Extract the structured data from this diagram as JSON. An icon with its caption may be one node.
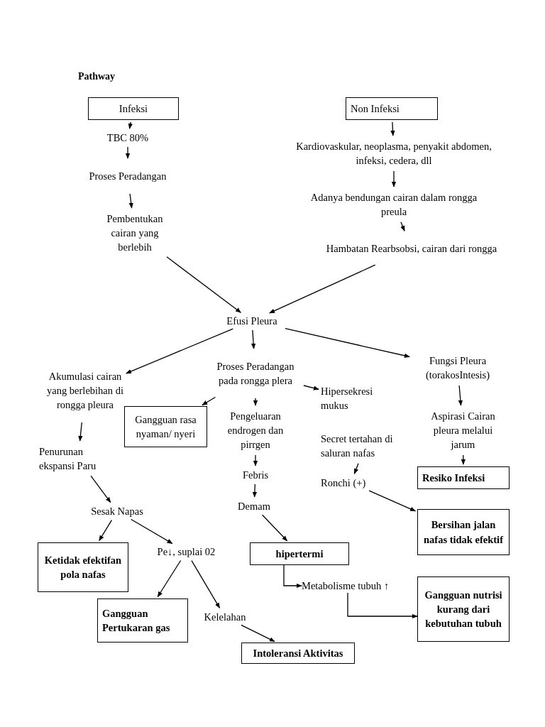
{
  "diagram": {
    "title": "Pathway",
    "nodes": [
      {
        "text": [
          "Infeksi"
        ]
      },
      {
        "text": [
          "TBC 80%"
        ]
      },
      {
        "text": [
          "Proses Peradangan"
        ]
      },
      {
        "text": [
          "Pembentukan cairan yang berlebih"
        ]
      },
      {
        "text": [
          "Non Infeksi"
        ]
      },
      {
        "text": [
          "Kardiovaskular, neoplasma, penyakit abdomen, infeksi, cedera, dll"
        ]
      },
      {
        "text": [
          "Adanya bendungan cairan dalam rongga preula"
        ]
      },
      {
        "text": [
          "Hambatan Rearbsobsi, cairan dari rongga"
        ]
      },
      {
        "text": [
          "Efusi Pleura"
        ]
      },
      {
        "text": [
          "Akumulasi cairan yang berlebihan di rongga pleura"
        ]
      },
      {
        "text": [
          "Proses Peradangan pada rongga plera"
        ]
      },
      {
        "text": [
          "Fungsi Pleura (torakosIntesis)"
        ]
      },
      {
        "text": [
          "Gangguan rasa nyaman/ nyeri"
        ]
      },
      {
        "text": [
          "Hipersekresi mukus"
        ]
      },
      {
        "text": [
          "Pengeluaran endrogen dan pirrgen"
        ]
      },
      {
        "text": [
          "Aspirasi Cairan pleura melalui jarum"
        ]
      },
      {
        "text": [
          "Penurunan ekspansi Paru"
        ]
      },
      {
        "text": [
          "Secret tertahan di saluran nafas"
        ]
      },
      {
        "text": [
          "Febris"
        ]
      },
      {
        "text": [
          "Resiko Infeksi"
        ]
      },
      {
        "text": [
          "Ronchi (+)"
        ]
      },
      {
        "text": [
          "Sesak Napas"
        ]
      },
      {
        "text": [
          "Demam"
        ]
      },
      {
        "text": [
          "Bersihan jalan nafas tidak efektif"
        ]
      },
      {
        "text": [
          "Ketidak efektifan pola nafas"
        ]
      },
      {
        "text": [
          "Pe↓, suplai 02"
        ]
      },
      {
        "text": [
          "hipertermi"
        ]
      },
      {
        "text": [
          "Metabolisme tubuh ↑"
        ]
      },
      {
        "text": [
          "Gangguan Pertukaran gas"
        ]
      },
      {
        "text": [
          "Kelelahan"
        ]
      },
      {
        "text": [
          "Gangguan nutrisi kurang dari kebutuhan tubuh"
        ]
      },
      {
        "text": [
          "Intoleransi Aktivitas"
        ]
      }
    ],
    "edges": [
      {
        "from": 0,
        "to": 1,
        "arrow": "to"
      },
      {
        "from": 1,
        "to": 2,
        "arrow": "to"
      },
      {
        "from": 2,
        "to": 3,
        "arrow": "to"
      },
      {
        "from": 4,
        "to": 5,
        "arrow": "to"
      },
      {
        "from": 5,
        "to": 6,
        "arrow": "to"
      },
      {
        "from": 6,
        "to": 7,
        "arrow": "to"
      },
      {
        "from": 3,
        "to": 8,
        "arrow": "to"
      },
      {
        "from": 7,
        "to": 8,
        "arrow": "to"
      },
      {
        "from": 8,
        "to": 9,
        "arrow": "to"
      },
      {
        "from": 8,
        "to": 10,
        "arrow": "to"
      },
      {
        "from": 8,
        "to": 11,
        "arrow": "to"
      },
      {
        "from": 10,
        "to": 12,
        "arrow": "to"
      },
      {
        "from": 10,
        "to": 13,
        "arrow": "to"
      },
      {
        "from": 10,
        "to": 14,
        "arrow": "to"
      },
      {
        "from": 9,
        "to": 16,
        "arrow": "to"
      },
      {
        "from": 11,
        "to": 15,
        "arrow": "to"
      },
      {
        "from": 15,
        "to": 19,
        "arrow": "to"
      },
      {
        "from": 14,
        "to": 18,
        "arrow": "to"
      },
      {
        "from": 18,
        "to": 22,
        "arrow": "to"
      },
      {
        "from": 16,
        "to": 21,
        "arrow": "to"
      },
      {
        "from": 17,
        "to": 20,
        "arrow": "to"
      },
      {
        "from": 20,
        "to": 23,
        "arrow": "to"
      },
      {
        "from": 21,
        "to": 24,
        "arrow": "to"
      },
      {
        "from": 21,
        "to": 25,
        "arrow": "to"
      },
      {
        "from": 22,
        "to": 26,
        "arrow": "to"
      },
      {
        "from": 26,
        "to": 27,
        "arrow": "to"
      },
      {
        "from": 25,
        "to": 28,
        "arrow": "to"
      },
      {
        "from": 25,
        "to": 29,
        "arrow": "to"
      },
      {
        "from": 29,
        "to": 31,
        "arrow": "to"
      },
      {
        "from": 27,
        "to": 30,
        "arrow": "to"
      }
    ]
  }
}
